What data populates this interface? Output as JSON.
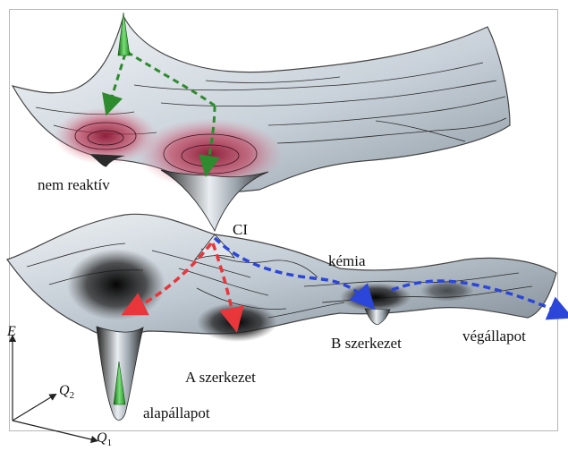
{
  "labels": {
    "nem_reaktiv": "nem reaktív",
    "ci": "CI",
    "kemia": "kémia",
    "a_szerkezet": "A szerkezet",
    "b_szerkezet": "B szerkezet",
    "vegallapot": "végállapot",
    "alapallapot": "alapállapot"
  },
  "axes": {
    "e": "E",
    "q": "Q",
    "q2_sub": "2",
    "q1_sub": "1"
  },
  "colors": {
    "upper_paths": "#2e8b2e",
    "red_paths": "#e8363b",
    "blue_paths": "#2b46d8",
    "excitation_arrow": "#38b838",
    "well_glow": "#b0264a"
  }
}
